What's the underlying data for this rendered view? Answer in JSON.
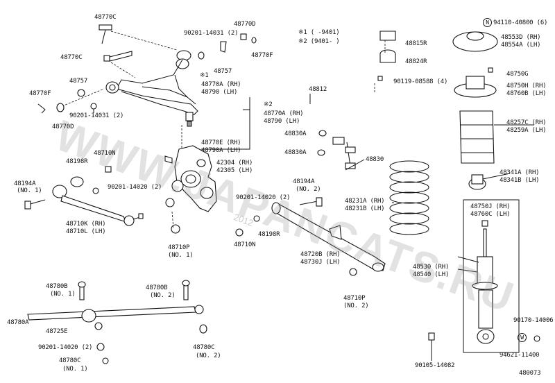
{
  "diagram_id": "480073",
  "watermark": "WWW.JAPANCATS.RU",
  "watermark_year": "2012",
  "legend": {
    "note1": "※1 (     -9401)",
    "note2": "※2 (9401-      )"
  },
  "upper_arm": {
    "bolt_top": "48770C",
    "bolt_mid": "48770C",
    "nut_group": "90201-14031 (2)",
    "cap": "48770D",
    "washer_top": "48770F",
    "bushing_small": "48757",
    "bushing_left": "48757",
    "clip_left": "48770F",
    "washer_left": "48770D",
    "nut_left": "90201-14031 (2)",
    "arm_note": "※1",
    "arm_rh": "48770A (RH)",
    "arm_lh": "48790  (LH)",
    "arm2_note": "※2",
    "arm2_rh": "48770A (RH)",
    "arm2_lh": "48790  (LH)",
    "joint_rh": "48770E (RH)",
    "joint_lh": "48790A (LH)"
  },
  "knuckle": {
    "rh": "42304 (RH)",
    "lh": "42305 (LH)",
    "nut": "48710N",
    "bushing": "48198R",
    "nut2": "90201-14020 (2)",
    "bolt": "48194A",
    "bolt_no": "(NO. 1)"
  },
  "toe_link": {
    "rh": "48710K (RH)",
    "lh": "48710L (LH)",
    "p_label": "48710P",
    "p_no": "(NO. 1)"
  },
  "stabilizer": {
    "bar": "48812",
    "bushing": "48815R",
    "bracket": "48824R",
    "bolt": "90119-08588 (4)",
    "link_nut1": "48830A",
    "link_nut2": "48830A",
    "link": "48830"
  },
  "lower_arm": {
    "nut": "90201-14020 (2)",
    "bushing_r": "48198R",
    "nut_n": "48710N",
    "bolt": "48194A",
    "bolt_no": "(NO. 2)",
    "rh": "48720B (RH)",
    "lh": "48730J (LH)",
    "p_label": "48710P",
    "p_no": "(NO. 2)"
  },
  "strut_link": {
    "bolt1": "48780B",
    "bolt1_no": "(NO. 1)",
    "bolt2": "48780B",
    "bolt2_no": "(NO. 2)",
    "rod": "48780A",
    "bushing": "48725E",
    "nut": "90201-14020 (2)",
    "nut_c1": "48780C",
    "nut_c1_no": "(NO. 1)",
    "nut_c2": "48780C",
    "nut_c2_no": "(NO. 2)"
  },
  "spring": {
    "rh": "48231A (RH)",
    "lh": "48231B (LH)"
  },
  "shock": {
    "nut_mark": "N",
    "nut": "94110-40800 (6)",
    "support_rh": "48553D (RH)",
    "support_lh": "48554A (LH)",
    "cap": "48750G",
    "seat_rh": "48750H (RH)",
    "seat_lh": "48760B (LH)",
    "boot_rh": "48257C (RH)",
    "boot_lh": "48259A (LH)",
    "bumper_rh": "48341A (RH)",
    "bumper_lh": "48341B (LH)",
    "cushion_rh": "48750J (RH)",
    "cushion_lh": "48760C (LH)",
    "absorber_rh": "48530 (RH)",
    "absorber_lh": "48540 (LH)",
    "nut2": "90170-14006",
    "washer_mark": "W",
    "washer": "94621-11400",
    "bolt": "90105-14082"
  }
}
